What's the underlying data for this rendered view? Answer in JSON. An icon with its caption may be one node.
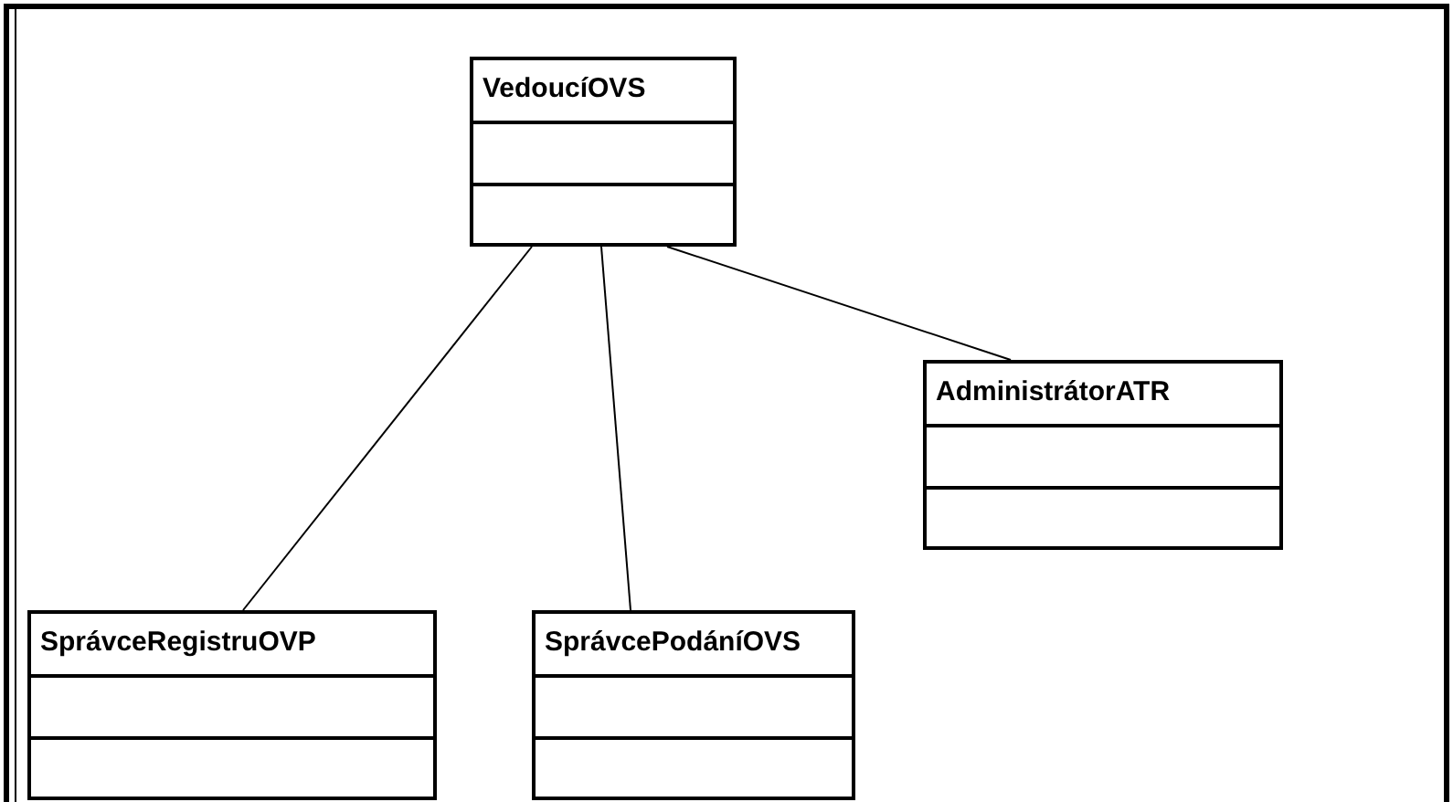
{
  "diagram": {
    "nodes": [
      {
        "text": [
          "VedoucíOVS"
        ]
      },
      {
        "text": [
          "AdministrátorATR"
        ]
      },
      {
        "text": [
          "SprávceRegistruOVP"
        ]
      },
      {
        "text": [
          "SprávcePodáníOVS"
        ]
      }
    ],
    "edges": [
      {
        "from": 0,
        "to": 2,
        "arrow": "none"
      },
      {
        "from": 0,
        "to": 3,
        "arrow": "none"
      },
      {
        "from": 0,
        "to": 1,
        "arrow": "none"
      }
    ]
  }
}
